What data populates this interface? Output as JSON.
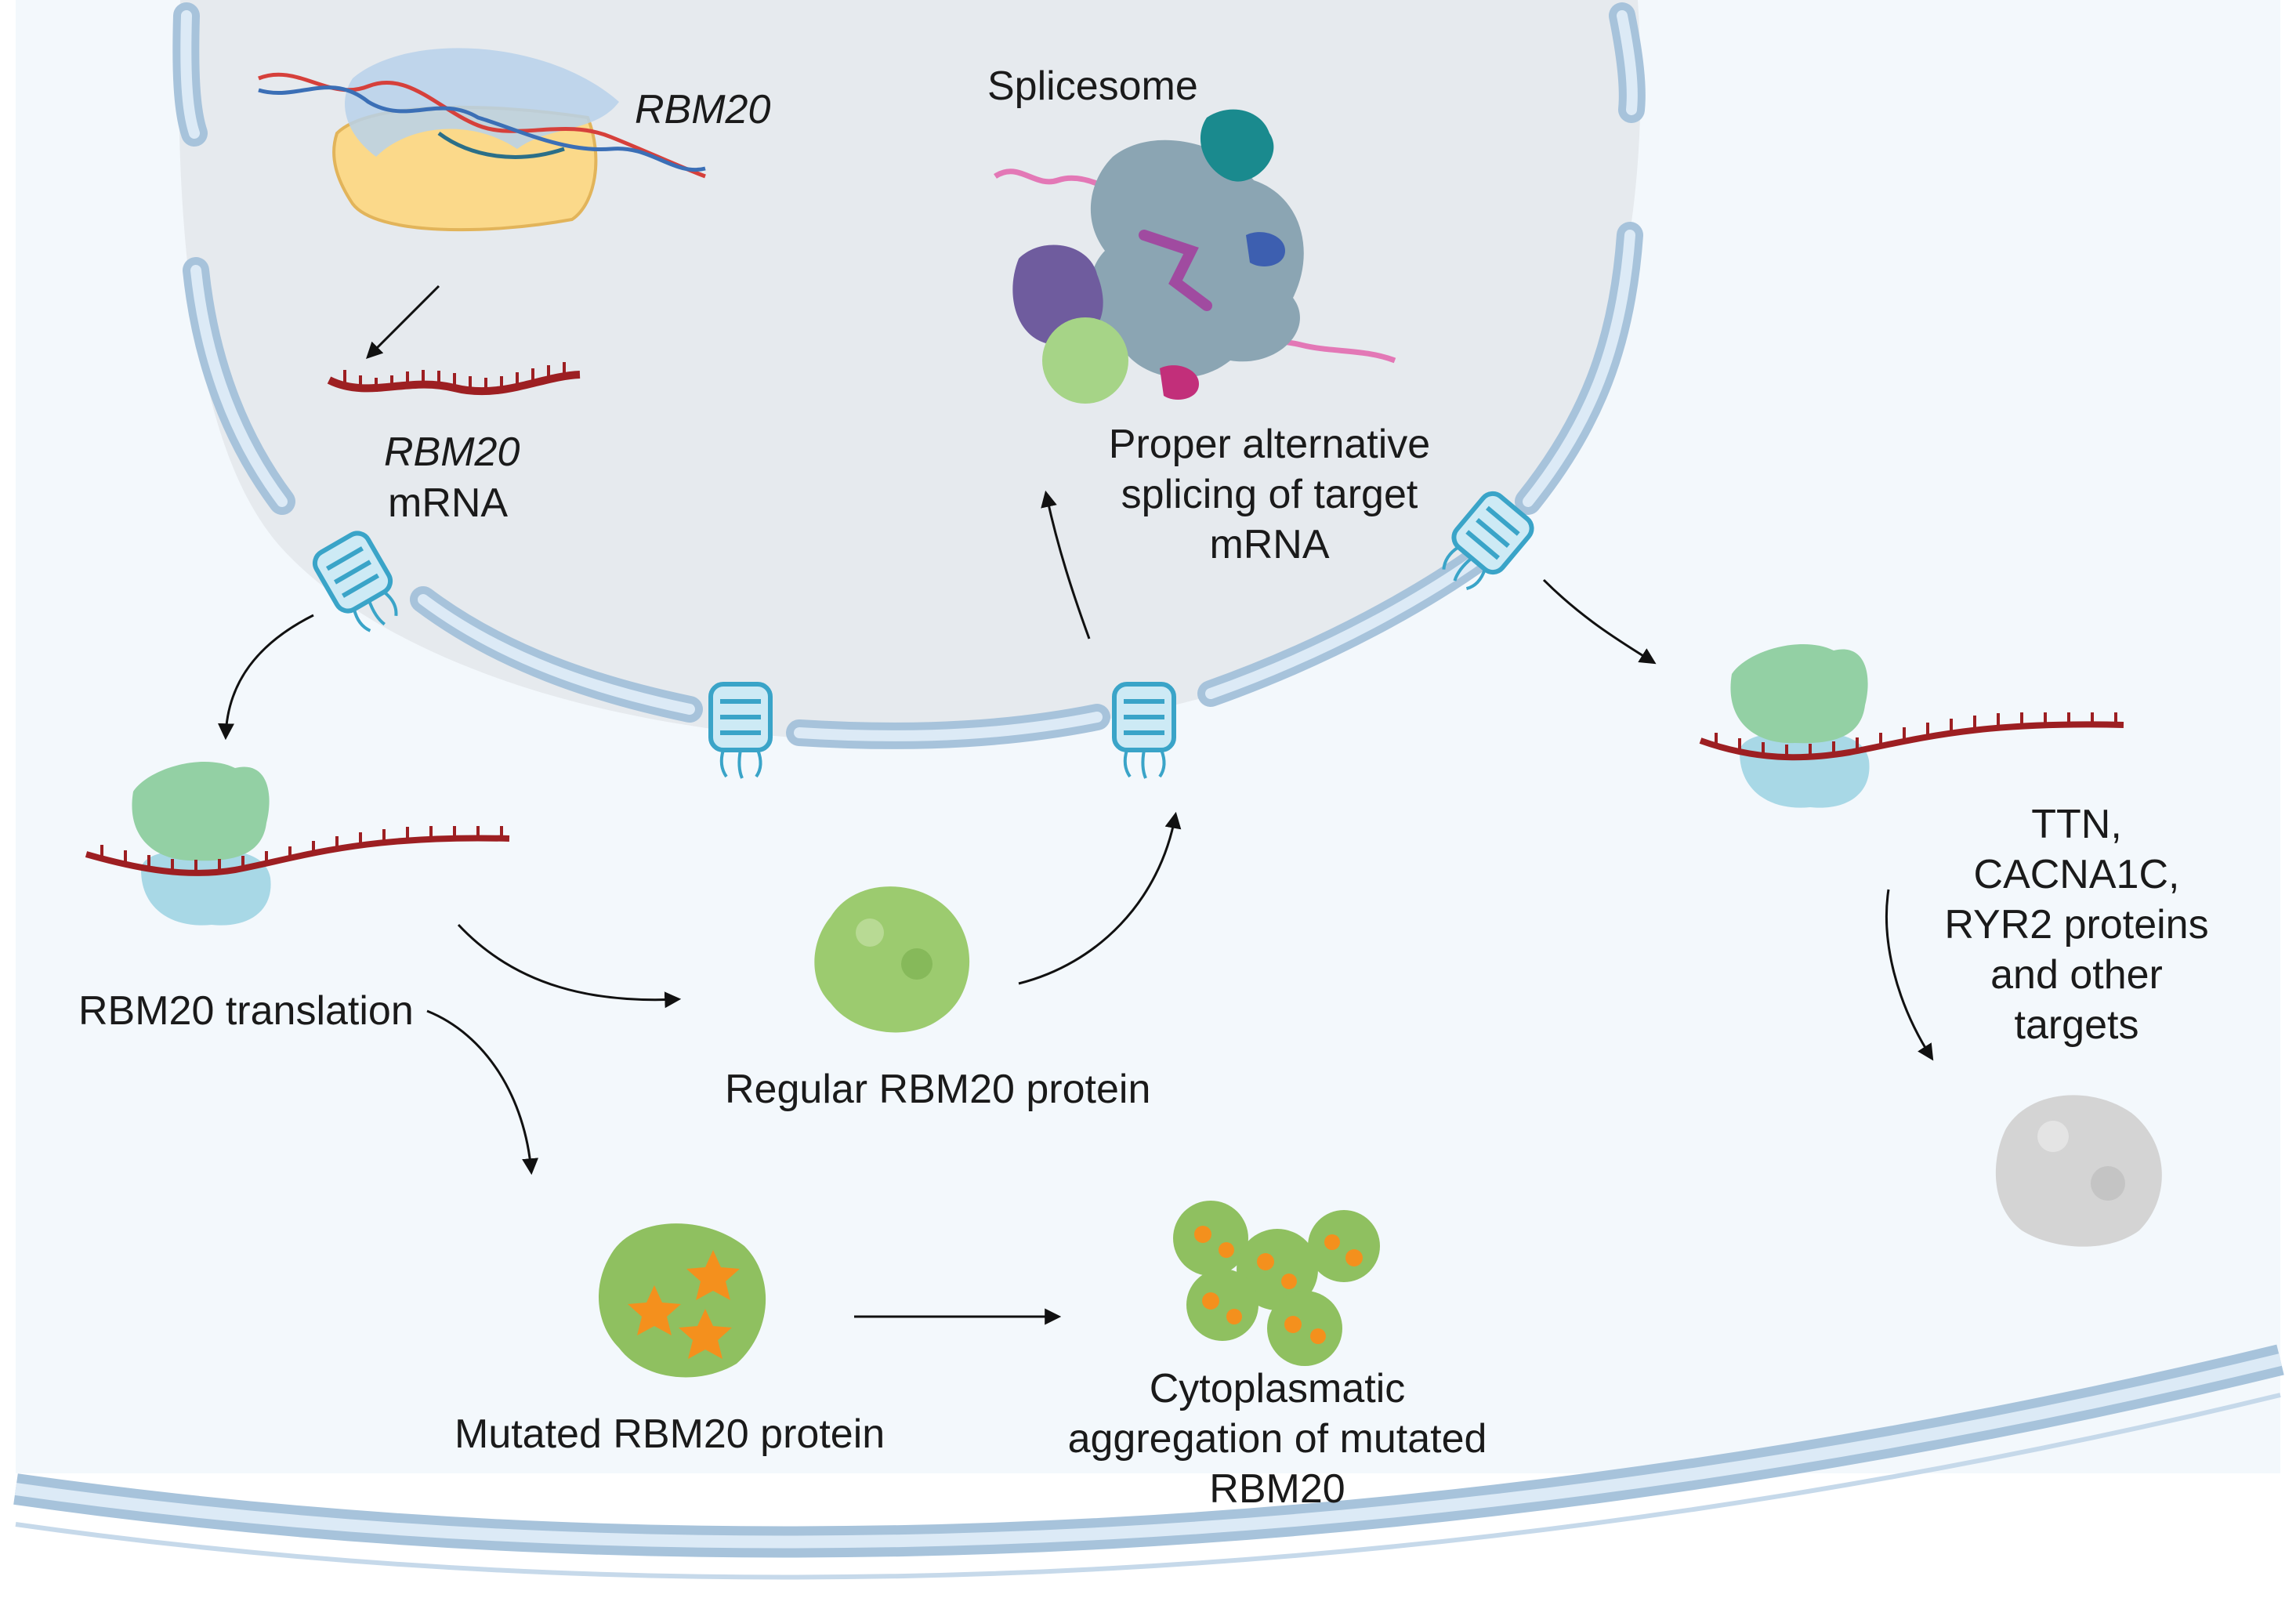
{
  "labels": {
    "gene_italic": "RBM20",
    "splicesome": "Splicesome",
    "mrna_gene": "RBM20",
    "mrna_word": "mRNA",
    "splicing_l1": "Proper alternative",
    "splicing_l2": "splicing of target",
    "splicing_l3": "mRNA",
    "translation": "RBM20 translation",
    "regular_protein": "Regular RBM20 protein",
    "targets_l1": "TTN,",
    "targets_l2": "CACNA1C,",
    "targets_l3": "RYR2 proteins",
    "targets_l4": "and other",
    "targets_l5": "targets",
    "mutated_protein": "Mutated RBM20 protein",
    "aggregation_l1": "Cytoplasmatic",
    "aggregation_l2": "aggregation of mutated",
    "aggregation_l3": "RBM20"
  },
  "colors": {
    "nucleus_fill": "#e6eaee",
    "cytoplasm_fill": "#f3f8fc",
    "membrane": "#a7c3db",
    "membrane_light": "#dceaf6",
    "protein_green": "#9ccb6f",
    "ribosome_green": "#93d0a4",
    "ribosome_blue": "#a8d8e6",
    "mrna_red": "#9d1f22",
    "mutation_star": "#f4901d",
    "pore_blue": "#3aa4c8",
    "target_grey": "#d4d4d4"
  }
}
